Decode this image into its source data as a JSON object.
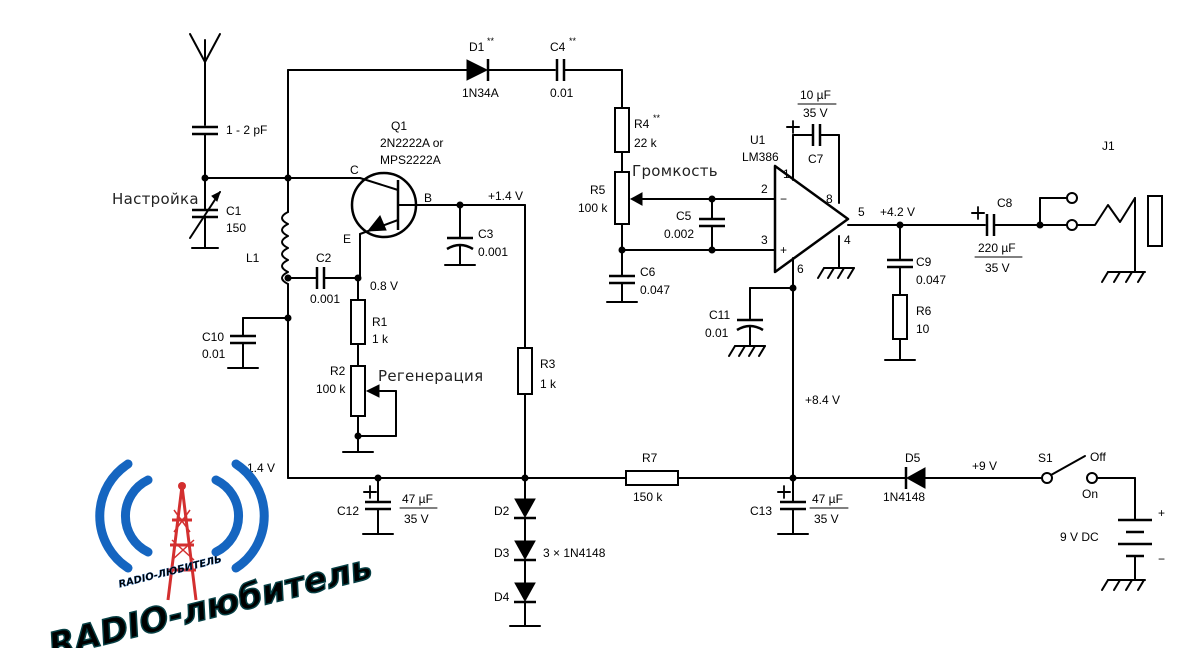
{
  "labels": {
    "d1": "D1",
    "d1_star": "**",
    "d1_val": "1N34A",
    "c4": "C4",
    "c4_star": "**",
    "c4_val": "0.01",
    "q1": "Q1",
    "q1_v1": "2N2222A or",
    "q1_v2": "MPS2222A",
    "pin_c": "C",
    "pin_e": "E",
    "pin_b": "B",
    "v_base": "+1.4 V",
    "cap_ant": "1 - 2 pF",
    "tuning": "Настройка",
    "c1": "C1",
    "c1_val": "150",
    "l1": "L1",
    "c2": "C2",
    "c2_val": "0.001",
    "v_emit": "0.8 V",
    "r1": "R1",
    "r1_val": "1 k",
    "r2": "R2",
    "r2_val": "100 k",
    "regen": "Регенерация",
    "c3": "C3",
    "c3_val": "0.001",
    "c10": "C10",
    "c10_val": "0.01",
    "r3": "R3",
    "r3_val": "1 k",
    "r4": "R4",
    "r4_star": "**",
    "r4_val": "22 k",
    "volume": "Громкость",
    "r5": "R5",
    "r5_val": "100 k",
    "c5": "C5",
    "c5_val": "0.002",
    "c6": "C6",
    "c6_val": "0.047",
    "u1": "U1",
    "u1_val": "LM386",
    "c7_top": "10 µF",
    "c7_mid": "35 V",
    "c7": "C7",
    "pin2": "2",
    "pin3": "3",
    "pin1": "1",
    "pin8": "8",
    "pin5": "5",
    "pin4": "4",
    "pin6": "6",
    "minus": "−",
    "plus": "+",
    "c11": "C11",
    "c11_val": "0.01",
    "v_out": "+4.2 V",
    "c8": "C8",
    "c8_val": "220 µF",
    "c8_v": "35 V",
    "c9": "C9",
    "c9_val": "0.047",
    "r6": "R6",
    "r6_val": "10",
    "j1": "J1",
    "v_supply": "+8.4 V",
    "v_rail": "+1.4 V",
    "c12": "C12",
    "c12_val": "47 µF",
    "c12_v": "35 V",
    "r7": "R7",
    "r7_val": "150 k",
    "c13": "C13",
    "c13_val": "47 µF",
    "c13_v": "35 V",
    "d5": "D5",
    "d5_val": "1N4148",
    "v_batt": "+9 V",
    "s1": "S1",
    "s1_off": "Off",
    "s1_on": "On",
    "batt": "9 V DC",
    "d2": "D2",
    "d3": "D3",
    "d4": "D4",
    "d_val": "3 × 1N4148",
    "logo_small": "RADIO-ЛЮБИТЕЛЬ",
    "logo_big": "RADIO-любитель"
  },
  "colors": {
    "logo_blue": "#1565c0",
    "logo_teal": "#0a7f86",
    "logo_red": "#d32f2f",
    "logo_yellow": "#f2c200"
  }
}
